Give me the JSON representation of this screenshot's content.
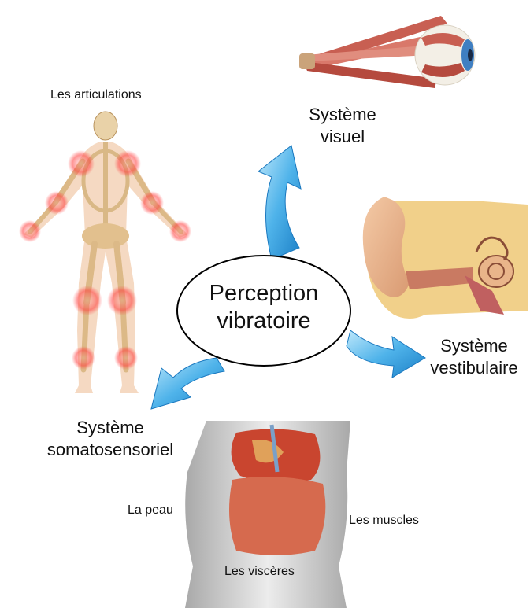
{
  "center": {
    "line1": "Perception",
    "line2": "vibratoire"
  },
  "systems": {
    "visual": {
      "line1": "Système",
      "line2": "visuel"
    },
    "vestibular": {
      "line1": "Système",
      "line2": "vestibulaire"
    },
    "somatosensory": {
      "line1": "Système",
      "line2": "somatosensoriel"
    }
  },
  "labels": {
    "joints": "Les articulations",
    "skin": "La peau",
    "muscles": "Les muscles",
    "viscera": "Les viscères"
  },
  "colors": {
    "arrow_light": "#9fdcf7",
    "arrow_dark": "#1f8fd3",
    "joint_glow": "#ff3b3b",
    "bone": "#e9c9a0",
    "skin": "#f2c9a8",
    "organ": "#d9503a"
  }
}
